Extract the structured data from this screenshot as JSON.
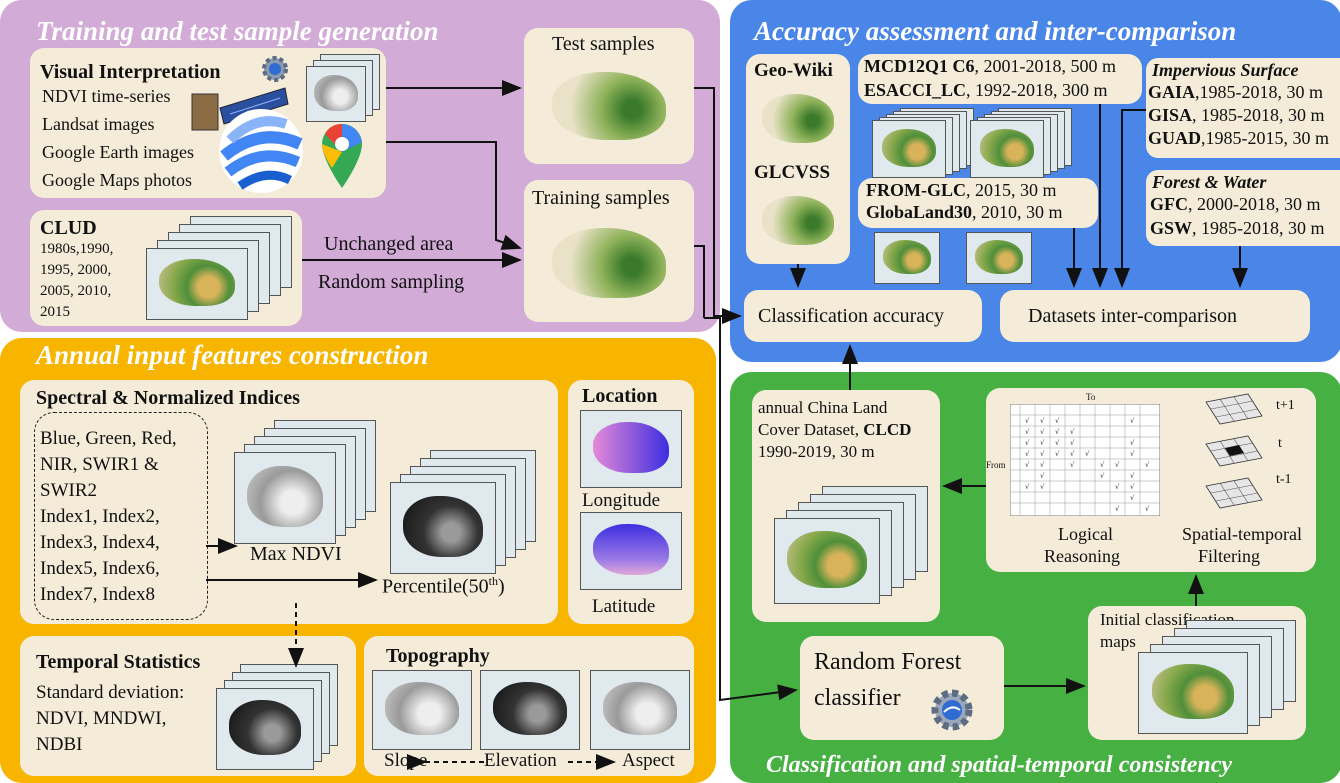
{
  "panels": {
    "sample": {
      "title": "Training and test sample generation",
      "color": "#d2abd6"
    },
    "accuracy": {
      "title": "Accuracy assessment and inter-comparison",
      "color": "#4a86e8"
    },
    "features": {
      "title": "Annual input features construction",
      "color": "#f7b500"
    },
    "classification": {
      "title": "Classification and spatial-temporal consistency",
      "color": "#47b043"
    }
  },
  "visual_interpretation": {
    "title": "Visual Interpretation",
    "items": [
      "NDVI time-series",
      "Landsat images",
      "Google Earth images",
      "Google Maps photos"
    ]
  },
  "clud": {
    "title": "CLUD",
    "years": [
      "1980s,1990,",
      "1995, 2000,",
      "2005, 2010,",
      "2015"
    ]
  },
  "sampling": {
    "line1": "Unchanged area",
    "line2": "Random sampling"
  },
  "test_samples": "Test samples",
  "training_samples": "Training samples",
  "accuracy_section": {
    "geo_wiki": "Geo-Wiki",
    "glcvss": "GLCVSS",
    "mcd_name": "MCD12Q1 C6",
    "mcd_rest": ", 2001-2018, 500 m",
    "esacci_name": "ESACCI_LC",
    "esacci_rest": ",   1992-2018, 300 m",
    "from_glc_name": "FROM-GLC",
    "from_glc_rest": ", 2015, 30 m",
    "globaland_name": "GlobaLand30",
    "globaland_rest": ", 2010, 30 m",
    "impervious_title": "Impervious Surface",
    "gaia_name": "GAIA",
    "gaia_rest": ",1985-2018,  30 m",
    "gisa_name": "GISA",
    "gisa_rest": ", 1985-2018,  30 m",
    "guad_name": "GUAD",
    "guad_rest": ",1985-2015, 30 m",
    "forest_title": "Forest & Water",
    "gfc_name": "GFC",
    "gfc_rest": ",  2000-2018, 30 m",
    "gsw_name": "GSW",
    "gsw_rest": ",  1985-2018, 30 m",
    "classification_accuracy": "Classification accuracy",
    "datasets_intercomparison": "Datasets inter-comparison"
  },
  "features": {
    "spectral_title": "Spectral & Normalized Indices",
    "bands": [
      "Blue, Green, Red,",
      "NIR, SWIR1 &",
      "SWIR2",
      "Index1, Index2,",
      "Index3, Index4,",
      "Index5, Index6,",
      "Index7, Index8"
    ],
    "max_ndvi": "Max NDVI",
    "percentile": "Percentile(50",
    "percentile_sup": "th",
    "percentile_end": ")",
    "location_title": "Location",
    "longitude": "Longitude",
    "latitude": "Latitude",
    "temporal_title": "Temporal Statistics",
    "temporal_lines": [
      "Standard deviation:",
      "NDVI, MNDWI,",
      "NDBI"
    ],
    "topography_title": "Topography",
    "slope": "Slope",
    "elevation": "Elevation",
    "aspect": "Aspect"
  },
  "classification": {
    "clcd_line1": "annual China Land",
    "clcd_line2a": "Cover Dataset, ",
    "clcd_line2b": "CLCD",
    "clcd_line3": "1990-2019, 30 m",
    "matrix_to": "To",
    "matrix_from": "From",
    "logical": [
      "Logical",
      "Reasoning"
    ],
    "spatial": [
      "Spatial-temporal",
      "Filtering"
    ],
    "layers": [
      "t+1",
      "t",
      "t-1"
    ],
    "random_forest": [
      "Random Forest",
      "classifier"
    ],
    "initial": [
      "Initial classification",
      "maps"
    ]
  }
}
